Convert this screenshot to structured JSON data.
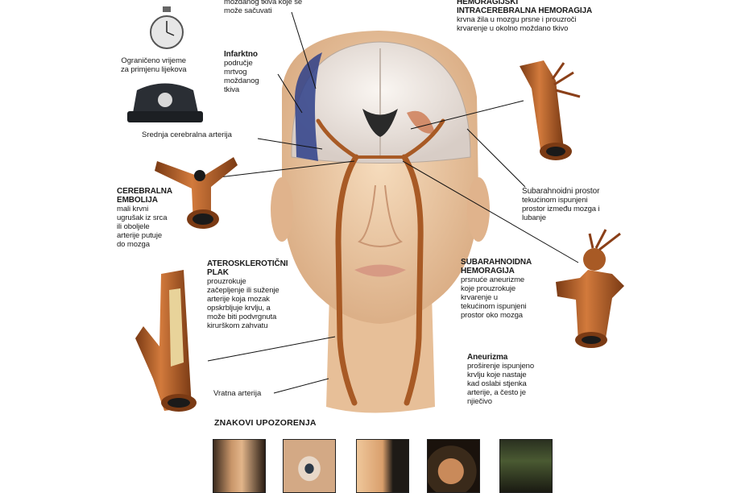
{
  "labels": {
    "infarct_top": "moždanog tkiva koje se\nmože sačuvati",
    "time": "Ograničeno vrijeme\nza primjenu lijekova",
    "infarct": {
      "title": "Infarktno",
      "body": "područje\nmrtvog\nmoždanog\ntkiva"
    },
    "middle_artery": "Srednja cerebralna arterija",
    "ich": {
      "title": "HEMORAGIJSKI\nINTRACEREBRALNA HEMORAGIJA",
      "body": "krvna žila u mozgu prsne i prouzroči\nkrvarenje u okolno moždano tkivo"
    },
    "embolism": {
      "title": "CEREBRALNA\nEMBOLIJA",
      "body": "mali krvni\nugrušak iz srca\nili oboljele\narterije putuje\ndo mozga"
    },
    "subarachnoid_space": {
      "title": "Subarahnoidni prostor",
      "body": "tekućinom ispunjeni\nprostor između mozga i\nlubanje"
    },
    "plaque": {
      "title": "ATEROSKLEROTIČNI\nPLAK",
      "body": "prouzrokuje\nzačepljenje ili suženje\narterije koja mozak\nopskrbljuje krvlju, a\nmože biti podvrgnuta\nkirurškom zahvatu"
    },
    "sah": {
      "title": "SUBARAHNOIDNA\nHEMORAGIJA",
      "body": "prsnuće aneurizme\nkoje prouzrokuje\nkrvarenje u\ntekućinom ispunjeni\nprostor oko mozga"
    },
    "aneurysm": {
      "title": "Aneurizma",
      "body": "proširenje ispunjeno\nkrvlju koje nastaje\nkad oslabi stjenka\narterije, a često je\nnjiečivo"
    },
    "carotid": "Vratna arterija",
    "warning_title": "ZNAKOVI UPOZORENJA"
  },
  "colors": {
    "artery": "#b8642a",
    "artery_dark": "#6e3512",
    "skin": "#f2d2ae",
    "brain": "#efe8e2"
  }
}
